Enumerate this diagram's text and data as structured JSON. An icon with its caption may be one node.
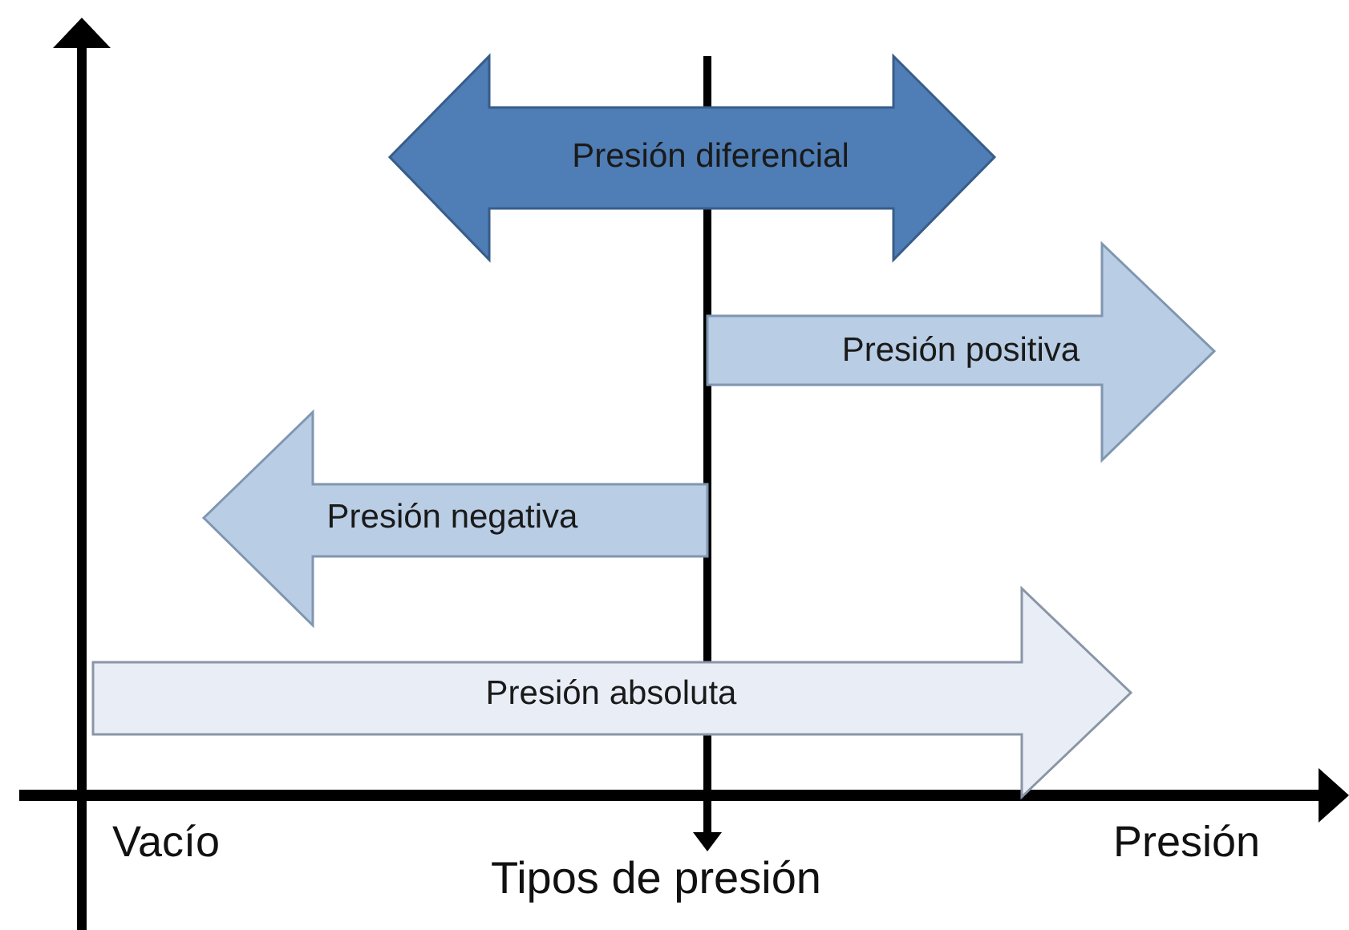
{
  "diagram": {
    "nodes": [
      {
        "text": [
          "Presión diferencial"
        ]
      },
      {
        "text": [
          "Presión positiva"
        ]
      },
      {
        "text": [
          "Presión negativa"
        ]
      },
      {
        "text": [
          "Presión absoluta"
        ]
      }
    ],
    "labels": [
      "Vacío",
      "Tipos de presión",
      "Presión"
    ]
  }
}
